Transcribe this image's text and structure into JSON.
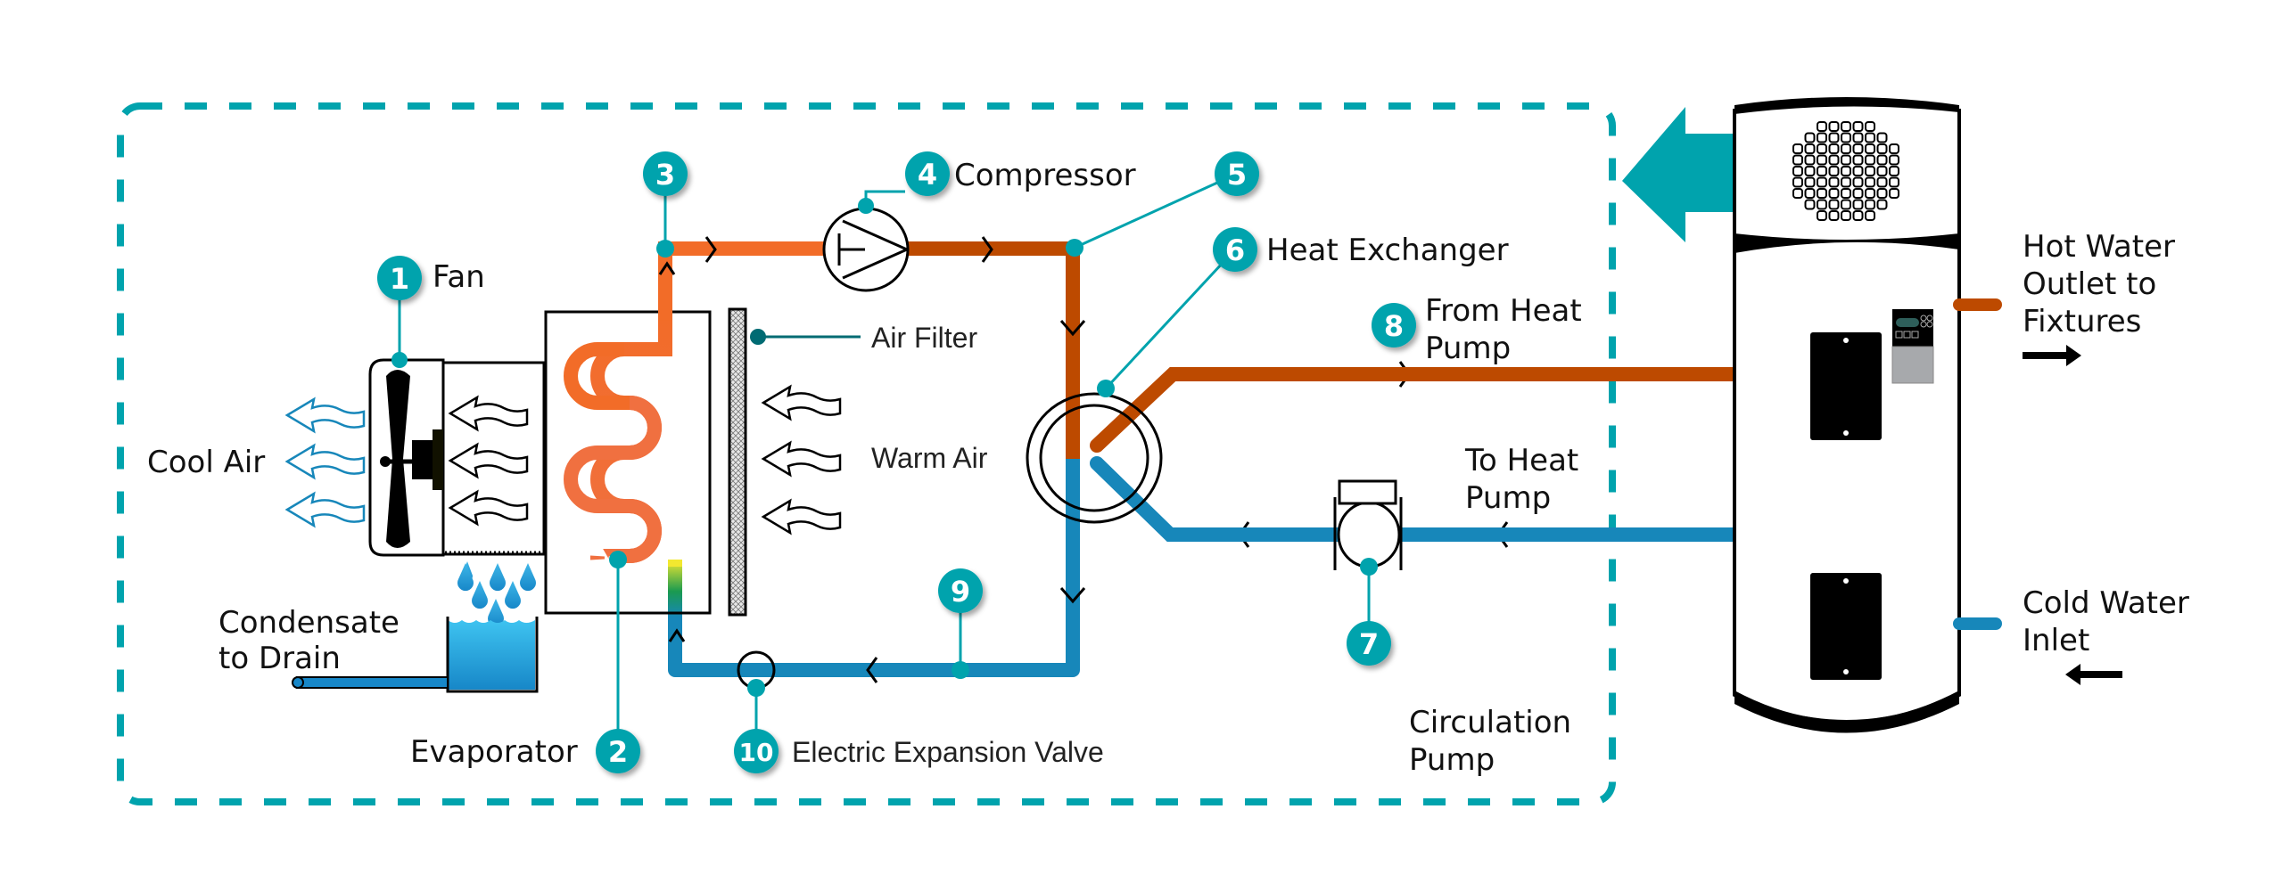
{
  "title": "Heat Pump Water Heater Schematic",
  "colors": {
    "teal": "#00A3AD",
    "hot_refrigerant": "#F26C28",
    "hot_discharge": "#BD4A00",
    "cold_pipe": "#1787BA",
    "outline": "#000000",
    "panel_grey": "#A7A9AC",
    "display_green": "#2E5E5A"
  },
  "components": [
    {
      "number": "1",
      "label": "Fan"
    },
    {
      "number": "2",
      "label": "Evaporator"
    },
    {
      "number": "3",
      "label": ""
    },
    {
      "number": "4",
      "label": "Compressor"
    },
    {
      "number": "5",
      "label": ""
    },
    {
      "number": "6",
      "label": "Heat Exchanger"
    },
    {
      "number": "7",
      "label": "Circulation Pump"
    },
    {
      "number": "8",
      "label": "From Heat Pump"
    },
    {
      "number": "9",
      "label": ""
    },
    {
      "number": "10",
      "label": "Electric Expansion Valve"
    }
  ],
  "labels": {
    "fan": "Fan",
    "cool_air": "Cool Air",
    "condensate_line1": "Condensate",
    "condensate_line2": "to Drain",
    "evaporator": "Evaporator",
    "air_filter": "Air Filter",
    "warm_air": "Warm Air",
    "compressor": "Compressor",
    "heat_exchanger": "Heat Exchanger",
    "from_heat_pump_line1": "From Heat",
    "from_heat_pump_line2": "Pump",
    "to_heat_pump_line1": "To Heat",
    "to_heat_pump_line2": "Pump",
    "circulation_pump_line1": "Circulation",
    "circulation_pump_line2": "Pump",
    "expansion_valve": "Electric Expansion Valve",
    "hot_water_line1": "Hot Water",
    "hot_water_line2": "Outlet to",
    "hot_water_line3": "Fixtures",
    "cold_water_line1": "Cold Water",
    "cold_water_line2": "Inlet"
  },
  "icons": {
    "fan": "fan-icon",
    "compressor": "compressor-icon",
    "heat_exchanger": "heat-exchanger-icon",
    "pump": "pump-icon",
    "valve": "expansion-valve-icon",
    "tank": "water-heater-tank-icon",
    "airflow": "airflow-arrow-icon",
    "droplet": "water-droplet-icon"
  }
}
